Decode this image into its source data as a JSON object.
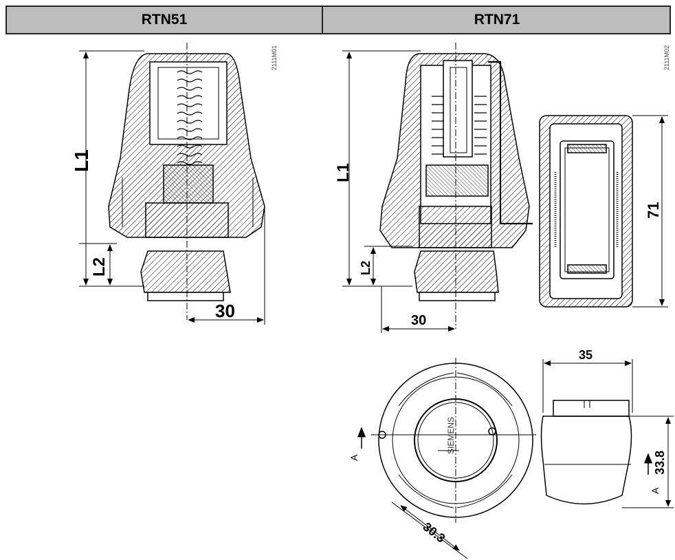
{
  "header": {
    "left_model": "RTN51",
    "right_model": "RTN71"
  },
  "drawing_codes": {
    "left": "2111M01",
    "right": "2111M02"
  },
  "dimensions": {
    "rtn51": {
      "l1": "L1",
      "l2": "L2",
      "width": "30"
    },
    "rtn71": {
      "l1": "L1",
      "l2": "L2",
      "width": "30",
      "side_height": "71",
      "top_width": "35",
      "top_height": "33.8",
      "diameter": "30.3"
    }
  },
  "brand_text": "SIEMENS",
  "section_marker": "A"
}
